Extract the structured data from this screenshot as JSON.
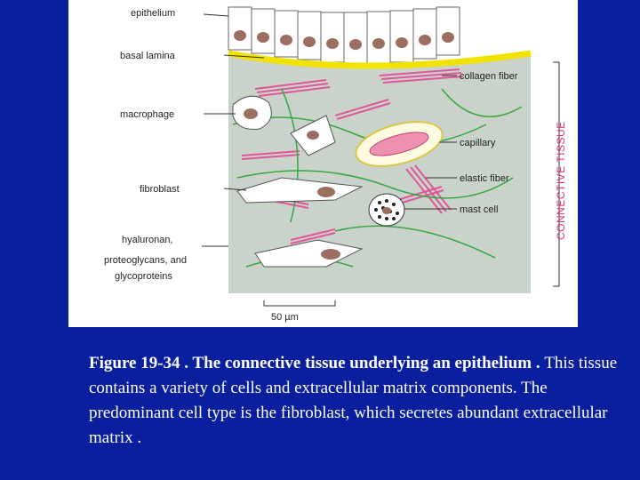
{
  "figure": {
    "labels": {
      "epithelium": "epithelium",
      "basal_lamina": "basal lamina",
      "macrophage": "macrophage",
      "fibroblast": "fibroblast",
      "hyaluronan_1": "hyaluronan,",
      "hyaluronan_2": "proteoglycans, and",
      "hyaluronan_3": "glycoproteins",
      "collagen_fiber": "collagen fiber",
      "capillary": "capillary",
      "elastic_fiber": "elastic fiber",
      "mast_cell": "mast cell",
      "connective_tissue": "CONNECTIVE TISSUE",
      "scale_bar": "50 µm"
    },
    "colors": {
      "tissue_background": "#c9d3c9",
      "basal_lamina": "#f2e200",
      "collagen": "#e0569a",
      "elastic": "#3aa546",
      "nucleus": "#9c6e60"
    }
  },
  "caption": {
    "bold": "Figure 19-34 . The connective tissue underlying an epithelium . ",
    "text": "This tissue contains a variety of cells and extracellular matrix components. The predominant cell type is the fibroblast, which secretes abundant extracellular matrix ."
  }
}
